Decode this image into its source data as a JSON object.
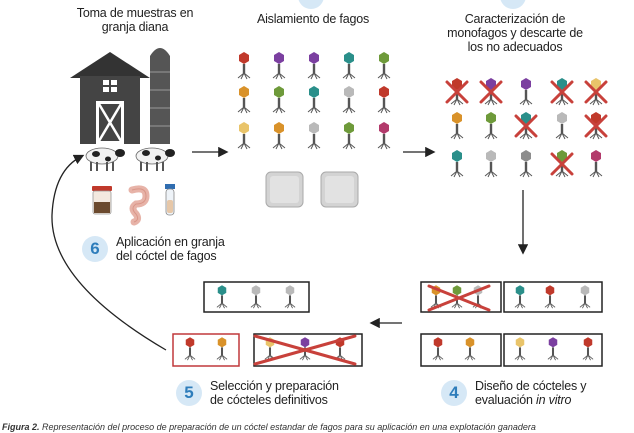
{
  "steps": {
    "s1": {
      "line1": "Toma de muestras en",
      "line2": "granja diana"
    },
    "s2": {
      "line1": "Aislamiento de fagos"
    },
    "s3": {
      "line1": "Caracterización de",
      "line2": "monofagos y descarte de",
      "line3": "los no adecuados"
    },
    "s4": {
      "number": "4",
      "line1": "Diseño de cócteles y",
      "line2_plain": "evaluación ",
      "line2_italic": "in vitro"
    },
    "s5": {
      "number": "5",
      "line1": "Selección y preparación",
      "line2": "de cócteles definitivos"
    },
    "s6": {
      "number": "6",
      "line1": "Aplicación en granja",
      "line2": "del cóctel de fagos"
    }
  },
  "caption": {
    "bold": "Figura 2.",
    "text": " Representación del proceso de preparación de un cóctel estandar de fagos para su aplicación en una explotación ganadera"
  },
  "colors": {
    "accent_number": "#2e7dbb",
    "number_bg": "#d6e8f6",
    "cross": "#c8413b",
    "box_border": "#222222",
    "box_border_selected": "#c0393b",
    "arrow": "#222222"
  },
  "icons": [
    "barn-icon",
    "silo-icon",
    "cow-icon",
    "sample-jar-icon",
    "intestine-icon",
    "test-tube-icon",
    "petri-dish-icon",
    "bacteriophage-icon",
    "cross-mark-icon",
    "arrow-icon"
  ]
}
